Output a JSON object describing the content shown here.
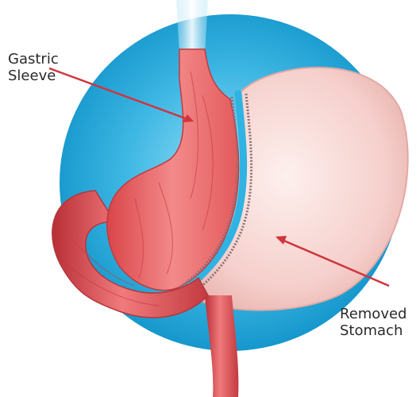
{
  "labels": {
    "sleeve": [
      "Gastric",
      "Sleeve"
    ],
    "removed": [
      "Removed",
      "Stomach"
    ]
  },
  "colors": {
    "background_circle": "#22a7d8",
    "background_circle_light": "#7fd3f2",
    "sleeve_tissue": "#e95a5e",
    "sleeve_tissue_dark": "#c23a3f",
    "removed_stomach": "#f7d3d0",
    "staple_line": "#8a6f74",
    "arrow": "#d1343c",
    "text": "#2a2a2a"
  }
}
